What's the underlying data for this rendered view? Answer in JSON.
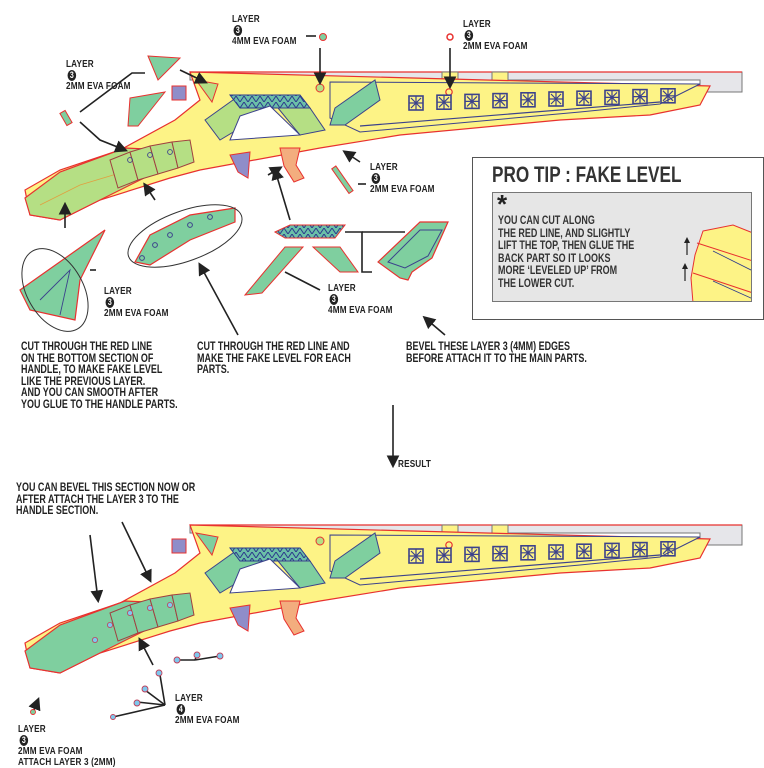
{
  "colors": {
    "body_yellow": "#fdf386",
    "outline_red": "#e8312f",
    "foam_green": "#7fcf9f",
    "light_green": "#b5df84",
    "navy_pattern": "#2c3a8c",
    "accent_orange": "#f3ad7e",
    "accent_purple": "#8f8dc9",
    "barrel_gray": "#e6e6ea",
    "dot_blue": "#7ec8ee",
    "tip_panel_gray": "#e6e6e6"
  },
  "labels": {
    "top_4mm_dot": {
      "layer": "LAYER",
      "layer_num": "3",
      "foam": "4MM EVA FOAM"
    },
    "top_2mm_dot": {
      "layer": "LAYER",
      "layer_num": "3",
      "foam": "2MM EVA FOAM"
    },
    "left_2mm": {
      "layer": "LAYER",
      "layer_num": "3",
      "foam": "2MM EVA FOAM"
    },
    "trigger_2mm": {
      "layer": "LAYER",
      "layer_num": "3",
      "foam": "2MM EVA FOAM"
    },
    "handle_2mm": {
      "layer": "LAYER",
      "layer_num": "3",
      "foam": "2MM EVA FOAM"
    },
    "mid_4mm": {
      "layer": "LAYER",
      "layer_num": "3",
      "foam": "4MM EVA FOAM"
    },
    "result_layer4": {
      "layer": "LAYER",
      "layer_num": "4",
      "foam": "2MM EVA FOAM"
    },
    "result_layer3": {
      "layer": "LAYER",
      "layer_num": "3",
      "foam": "2MM EVA FOAM",
      "extra": "ATTACH LAYER 3 (2MM)"
    }
  },
  "notes": {
    "handle_bottom": [
      "CUT THROUGH THE RED LINE",
      "ON THE BOTTOM SECTION OF",
      "HANDLE, TO MAKE FAKE LEVEL",
      "LIKE THE PREVIOUS LAYER.",
      "AND YOU CAN SMOOTH AFTER",
      "YOU GLUE TO THE HANDLE PARTS."
    ],
    "fake_level_each": [
      "CUT THROUGH THE RED LINE AND",
      "MAKE THE FAKE LEVEL FOR EACH",
      "PARTS."
    ],
    "bevel_edges": [
      "BEVEL THESE LAYER 3 (4MM) EDGES",
      "BEFORE ATTACH IT TO THE MAIN PARTS."
    ],
    "bevel_section": [
      "YOU CAN BEVEL THIS SECTION NOW OR",
      "AFTER ATTACH THE LAYER 3 TO THE",
      "HANDLE SECTION."
    ]
  },
  "result_label": "RESULT",
  "pro_tip": {
    "title": "PRO TIP : FAKE LEVEL",
    "asterisk": "*",
    "lines": [
      "YOU CAN CUT ALONG",
      "THE RED LINE, AND SLIGHTLY",
      "LIFT THE TOP, THEN GLUE THE",
      "BACK PART SO IT LOOKS",
      "MORE ‘LEVELED UP’ FROM",
      "THE LOWER CUT."
    ]
  },
  "glyph_count": 10
}
